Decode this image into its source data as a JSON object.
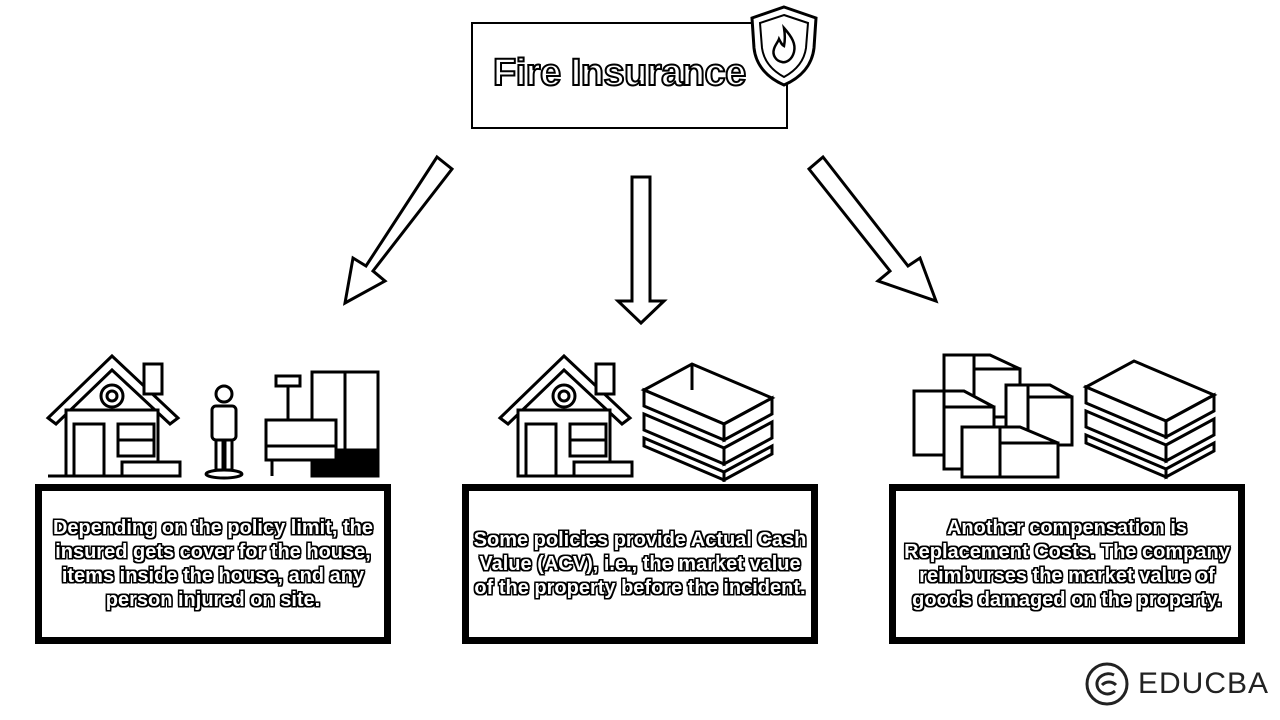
{
  "title": "Fire Insurance",
  "cards": [
    {
      "text": "Depending on the policy limit, the insured gets cover for the house, items inside the house, and any person injured on site."
    },
    {
      "text": "Some policies provide Actual Cash Value (ACV), i.e., the market value of the property before the incident."
    },
    {
      "text": "Another compensation is Replacement Costs. The company reimburses the market value of goods damaged on the property."
    }
  ],
  "logo": {
    "text": "EDUCBA"
  },
  "icons": [
    "fire-shield-icon",
    "house-icon",
    "person-icon",
    "furniture-icon",
    "cash-stack-icon",
    "boxes-icon"
  ]
}
